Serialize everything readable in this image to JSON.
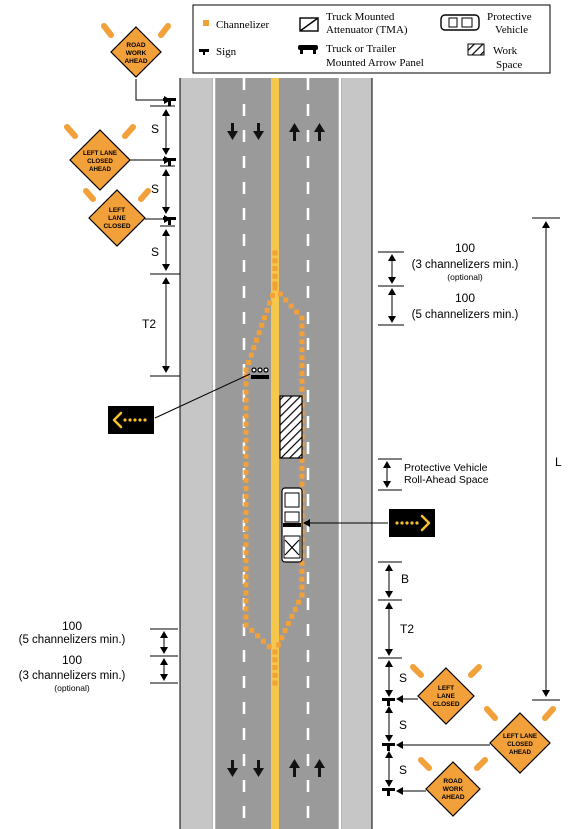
{
  "legend": {
    "channelizer": "Channelizer",
    "sign": "Sign",
    "tma": [
      "Truck Mounted",
      "Attenuator (TMA)"
    ],
    "arrow_panel": [
      "Truck or Trailer",
      "Mounted Arrow Panel"
    ],
    "protective_vehicle": [
      "Protective",
      "Vehicle"
    ],
    "work_space": [
      "Work",
      "Space"
    ]
  },
  "signs": {
    "road_work_ahead": [
      "ROAD",
      "WORK",
      "AHEAD"
    ],
    "left_lane_closed_ahead": [
      "LEFT LANE",
      "CLOSED",
      "AHEAD"
    ],
    "left_lane_closed": [
      "LEFT",
      "LANE",
      "CLOSED"
    ]
  },
  "dimensions": {
    "s": "S",
    "t2": "T2",
    "b": "B",
    "l": "L",
    "taper_100": "100",
    "three_channelizers": "(3 channelizers min.)",
    "optional": "(optional)",
    "five_channelizers": "(5 channelizers min.)",
    "roll_ahead": [
      "Protective Vehicle",
      "Roll-Ahead Space"
    ]
  },
  "colors": {
    "orange": "#f2a03a",
    "yellow": "#f5c84b",
    "road": "#9a9a9a",
    "shoulder": "#c6c6c6"
  }
}
